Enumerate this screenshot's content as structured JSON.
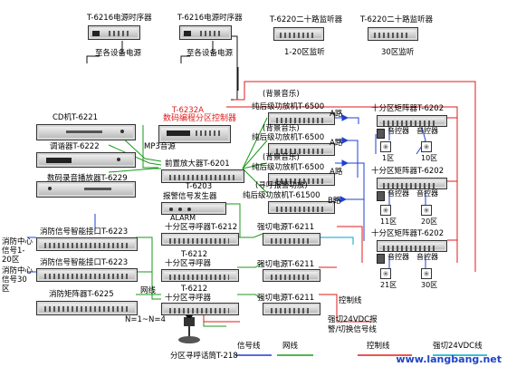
{
  "devices": {
    "timer1": "T-6216电源时序器",
    "timer2": "T-6216电源时序器",
    "to_power1": "至各设备电源",
    "to_power2": "至各设备电源",
    "monitor1": "T-6220二十路监听器",
    "monitor2": "T-6220二十路监听器",
    "mon_zone1": "1-20区监听",
    "mon_zone2": "30区监听",
    "cd": "CD机T-6221",
    "tuner": "调谐器T-6222",
    "recorder": "数码录音播放器T-6229",
    "programmer_model": "T-6232A",
    "programmer_name": "数码编程分区控制器",
    "mp3": "MP3音源",
    "preamp": "前置放大器T-6201",
    "alarm_gen_model": "T-6203",
    "alarm_gen_name": "报警信号发生器",
    "alarm": "ALARM",
    "paging": "十分区寻呼器T-6212",
    "paging2_model": "T-6212",
    "paging2_name": "十分区寻呼器",
    "paging3_model": "T-6212",
    "paging3_name": "十分区寻呼器",
    "fire1": "消防信号智能接口T-6223",
    "fire2": "消防信号智能接口T-6223",
    "fire_matrix": "消防矩阵器T-6225",
    "fire_center1": "消防中心信号1-20区",
    "fire_center2": "消防中心信号30区",
    "netline": "网线",
    "n_range": "N=1~N=4",
    "mic": "分区寻呼话筒T-218",
    "amp1_tag": "(背景音乐)",
    "amp1": "纯后级功放机T-6500",
    "amp2_tag": "(背景音乐)",
    "amp2": "纯后级功放机T-6500",
    "amp3_tag": "(背景音乐)",
    "amp3": "纯后级功放机T-6500",
    "amp4_tag": "(寻呼报警功放)",
    "amp4": "纯后级功放机T-61500",
    "route_a1": "A路",
    "route_a2": "A路",
    "route_a3": "A路",
    "route_b": "B路",
    "psu1": "强切电源T-6211",
    "psu2": "强切电源T-6211",
    "psu3": "强切电源T-6211",
    "control_line": "控制线",
    "psu_note": "强切24VDC报警/切换信号线",
    "matrix1": "十分区矩阵器T-6202",
    "matrix2": "十分区矩阵器T-6202",
    "matrix3": "十分区矩阵器T-6202",
    "vc": "音控器",
    "zone1": "1区",
    "zone10": "10区",
    "zone11": "11区",
    "zone20": "20区",
    "zone21": "21区",
    "zone30": "30区"
  },
  "legend": {
    "signal": "信号线",
    "network": "网线",
    "control": "控制线",
    "power": "强切24VDC线"
  },
  "watermark": "www.langbang.net",
  "colors": {
    "signal": "#1f3fd6",
    "network": "#1a9a1a",
    "control": "#e21b1b",
    "power": "#00a6c8",
    "black": "#111111"
  }
}
